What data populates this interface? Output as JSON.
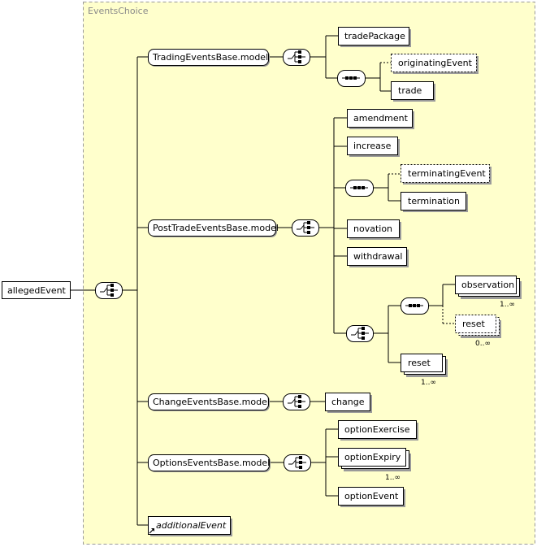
{
  "group": {
    "title": "EventsChoice"
  },
  "elements": {
    "alleged_event": "allegedEvent",
    "trading_events_base_model": "TradingEventsBase.model",
    "trade_package": "tradePackage",
    "originating_event": "originatingEvent",
    "trade": "trade",
    "post_trade_events_base_model": "PostTradeEventsBase.model",
    "amendment": "amendment",
    "increase": "increase",
    "terminating_event": "terminatingEvent",
    "termination": "termination",
    "novation": "novation",
    "withdrawal": "withdrawal",
    "observation": "observation",
    "reset_optional": "reset",
    "reset": "reset",
    "change_events_base_model": "ChangeEventsBase.model",
    "change": "change",
    "options_events_base_model": "OptionsEventsBase.model",
    "option_exercise": "optionExercise",
    "option_expiry": "optionExpiry",
    "option_event": "optionEvent",
    "additional_event": "additionalEvent"
  },
  "cardinalities": {
    "observation": "1..∞",
    "reset_optional": "0..∞",
    "reset": "1..∞",
    "option_expiry": "1..∞"
  },
  "colors": {
    "group_fill": "#ffffcc",
    "group_border": "#9a9a9a",
    "box_fill": "#ffffff",
    "shadow": "#9a9a9a"
  }
}
